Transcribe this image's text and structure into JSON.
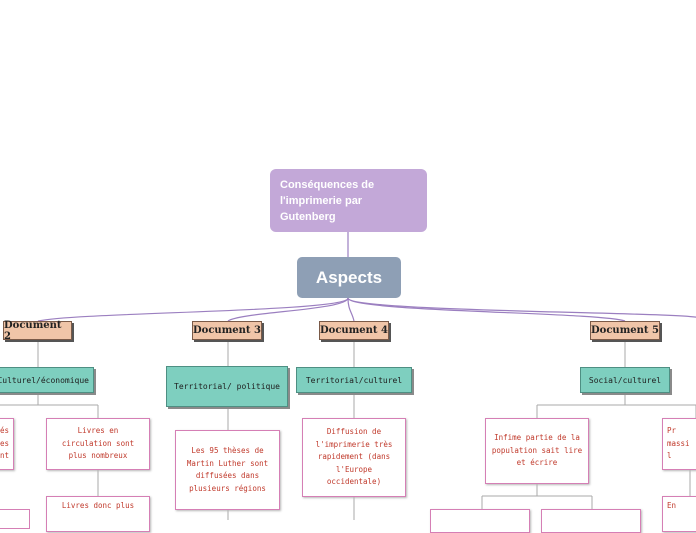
{
  "root": {
    "label": "Conséquences de l'imprimerie par Gutenberg"
  },
  "main": {
    "label": "Aspects"
  },
  "documents": [
    {
      "label": "Document 2",
      "category": "Culturel/économique"
    },
    {
      "label": "Document 3",
      "category": "Territorial/ politique"
    },
    {
      "label": "Document 4",
      "category": "Territorial/culturel"
    },
    {
      "label": "Document 5",
      "category": "Social/culturel"
    }
  ],
  "leaves": {
    "doc2_left": "és\nces\nnt",
    "doc2_a": "Livres en circulation sont plus nombreux",
    "doc2_b": "Livres donc plus",
    "doc3_a": "Les 95 thèses de Martin Luther sont diffusées dans plusieurs régions",
    "doc4_a": "Diffusion de l'imprimerie très rapidement (dans l'Europe occidentale)",
    "doc5_a": "Infime partie de la population sait lire et écrire",
    "doc5_right_a": "Pr\nmassi\nl",
    "doc5_right_b": "En",
    "doc5_sub_a": "",
    "doc5_sub_b": ""
  },
  "colors": {
    "root": "#c3a8d8",
    "main": "#8e9fb5",
    "document": "#f0c5a8",
    "category": "#7ecfbf",
    "leaf_border": "#d57fb5",
    "leaf_text": "#c0392b",
    "line": "#9b7fc0"
  }
}
